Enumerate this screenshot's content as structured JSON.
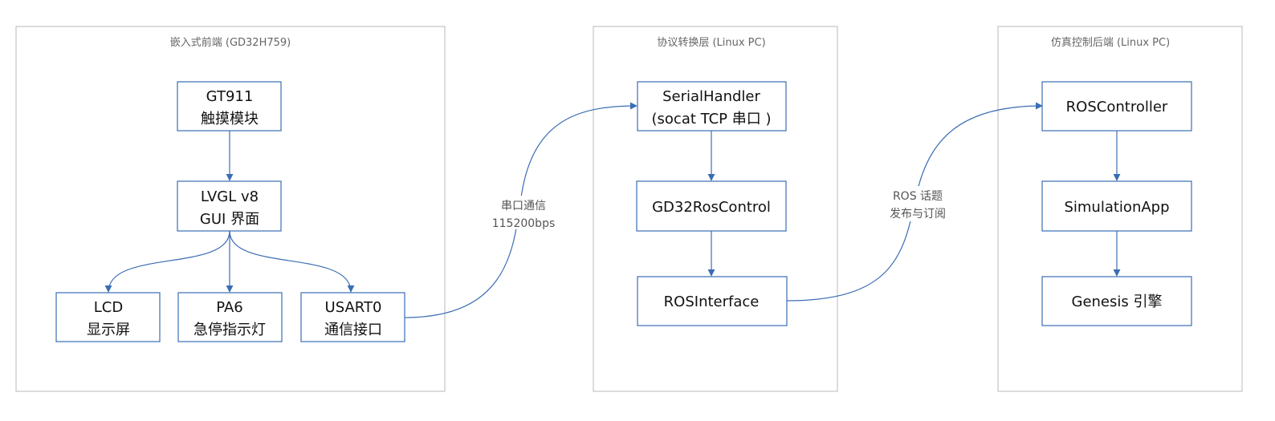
{
  "groups": {
    "frontend": {
      "title": "嵌入式前端 (GD32H759)"
    },
    "bridge": {
      "title": "协议转换层 (Linux PC)"
    },
    "backend": {
      "title": "仿真控制后端 (Linux PC)"
    }
  },
  "nodes": {
    "gt911": {
      "line1": "GT911",
      "line2": "触摸模块"
    },
    "lvgl": {
      "line1": "LVGL v8",
      "line2": "GUI 界面"
    },
    "lcd": {
      "line1": "LCD",
      "line2": "显示屏"
    },
    "pa6": {
      "line1": "PA6",
      "line2": "急停指示灯"
    },
    "usart0": {
      "line1": "USART0",
      "line2": "通信接口"
    },
    "serial_handler": {
      "line1": "SerialHandler",
      "line2": "(socat TCP 串口 )"
    },
    "gd32_ros_control": {
      "line1": "GD32RosControl"
    },
    "ros_interface": {
      "line1": "ROSInterface"
    },
    "ros_controller": {
      "line1": "ROSController"
    },
    "simulation_app": {
      "line1": "SimulationApp"
    },
    "genesis": {
      "line1": "Genesis 引擎"
    }
  },
  "edges": {
    "serial_link": {
      "line1": "串口通信",
      "line2": "115200bps"
    },
    "ros_topics": {
      "line1": "ROS 话题",
      "line2": "发布与订阅"
    }
  },
  "colors": {
    "node_border": "#3a6db3",
    "edge": "#3a6db3",
    "group_border": "#b8b8b8",
    "group_title": "#666666",
    "node_text": "#111111"
  }
}
